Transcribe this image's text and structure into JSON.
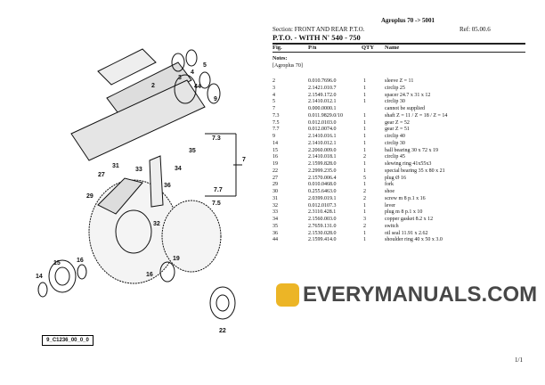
{
  "header": {
    "model": "Agroplus 70 -> 5001",
    "section": "Section: FRONT AND REAR P.T.O.",
    "ref": "Ref: 05.00.6",
    "title": "P.T.O. - WITH N' 540 - 750"
  },
  "columns": [
    "Fig.",
    "P/n",
    "QTY",
    "Name"
  ],
  "notes": {
    "label": "Notes:",
    "text": "[Agroplus 70]"
  },
  "parts": [
    [
      "2",
      "0.010.7696.0",
      "1",
      "sleeve Z = 11"
    ],
    [
      "3",
      "2.1421.010.7",
      "1",
      "circlip 25"
    ],
    [
      "4",
      "2.1549.172.0",
      "1",
      "spacer 24.7 x 31 x 12"
    ],
    [
      "5",
      "2.1410.012.1",
      "1",
      "circlip 30"
    ],
    [
      "7",
      "0.000.0000.1",
      "",
      "cannot be supplied"
    ],
    [
      "7.3",
      "0.011.9829.0/10",
      "1",
      "shaft Z = 11 / Z = 18 / Z = 14"
    ],
    [
      "7.5",
      "0.012.0103.0",
      "1",
      "gear Z = 52"
    ],
    [
      "7.7",
      "0.012.0074.0",
      "1",
      "gear Z = 51"
    ],
    [
      "9",
      "2.1410.016.1",
      "1",
      "circlip 40"
    ],
    [
      "14",
      "2.1410.012.1",
      "1",
      "circlip 30"
    ],
    [
      "15",
      "2.2060.009.0",
      "1",
      "ball bearing 30 x 72 x 19"
    ],
    [
      "16",
      "2.1410.018.1",
      "2",
      "circlip 45"
    ],
    [
      "19",
      "2.1599.828.0",
      "1",
      "slewing ring 41x55x3"
    ],
    [
      "22",
      "2.2999.235.0",
      "1",
      "special bearing 35 x 80 x 21"
    ],
    [
      "27",
      "2.1570.006.4",
      "5",
      "plug Ø 16"
    ],
    [
      "29",
      "0.010.0468.0",
      "1",
      "fork"
    ],
    [
      "30",
      "0.255.6463.0",
      "2",
      "shoe"
    ],
    [
      "31",
      "2.0399.019.1",
      "2",
      "screw m 8 p.1 x 16"
    ],
    [
      "32",
      "0.012.0107.3",
      "1",
      "lever"
    ],
    [
      "33",
      "2.3110.428.1",
      "1",
      "plug m 8 p.1 x 10"
    ],
    [
      "34",
      "2.1560.003.0",
      "3",
      "copper gasket 8.2 x 12"
    ],
    [
      "35",
      "2.7659.131.0",
      "2",
      "switch"
    ],
    [
      "36",
      "2.1530.028.0",
      "1",
      "oil seal 11.91 x 2.62"
    ],
    [
      "44",
      "2.1599.414.0",
      "1",
      "shoulder ring 40 x 50 x 3.0"
    ]
  ],
  "diagram": {
    "figure_id": "9_C1236_00_0_0",
    "labels": [
      "2",
      "3",
      "4",
      "5",
      "44",
      "9",
      "7.3",
      "7",
      "35",
      "34",
      "31",
      "33",
      "27",
      "36",
      "29",
      "7.7",
      "7.5",
      "32",
      "16",
      "15",
      "16",
      "14",
      "19",
      "22"
    ]
  },
  "watermark": "EVERYMANUALS.COM",
  "page_number": "1/1"
}
